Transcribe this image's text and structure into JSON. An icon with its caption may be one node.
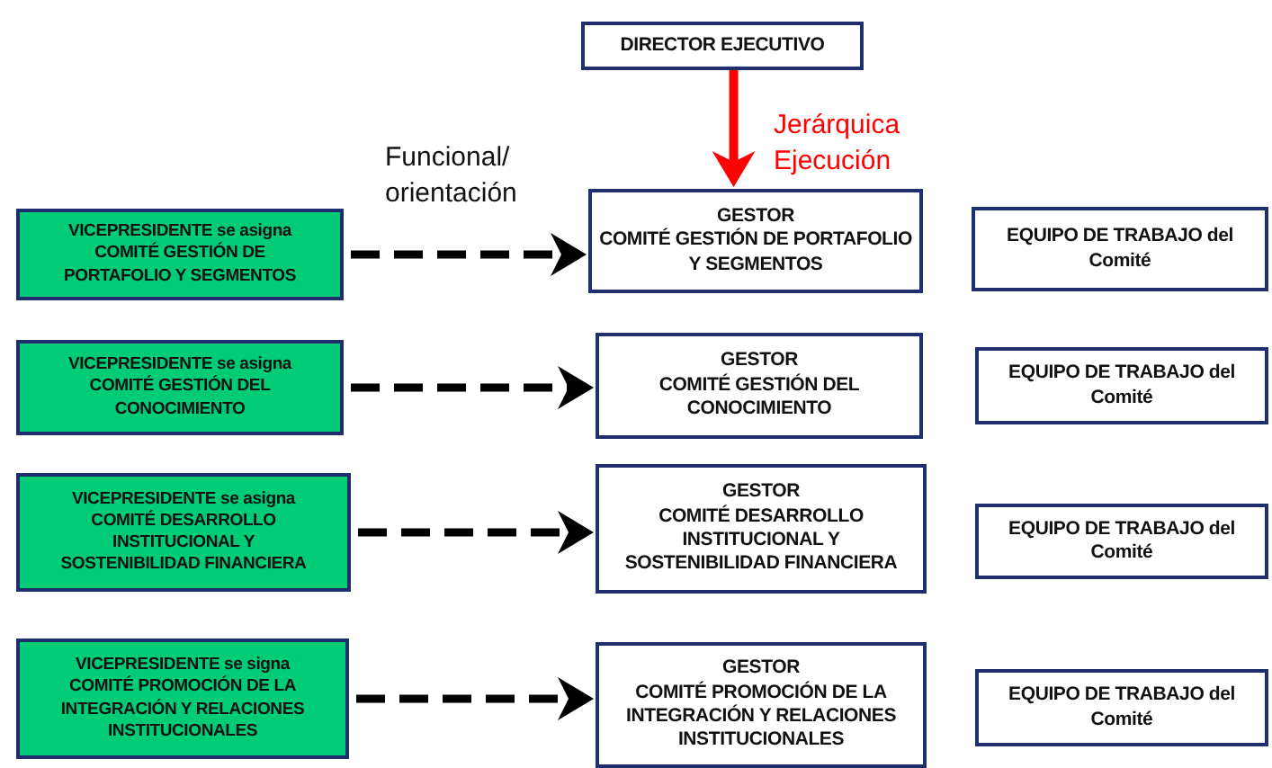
{
  "diagram": {
    "nodes": [
      {
        "text": [
          "DIRECTOR EJECUTIVO"
        ]
      },
      {
        "text": [
          "VICEPRESIDENTE se asigna COMITÉ GESTIÓN DE PORTAFOLIO Y SEGMENTOS"
        ]
      },
      {
        "text": [
          "GESTOR",
          "COMITÉ GESTIÓN DE PORTAFOLIO Y SEGMENTOS"
        ]
      },
      {
        "text": [
          "EQUIPO DE TRABAJO del Comité"
        ]
      },
      {
        "text": [
          "VICEPRESIDENTE se asigna COMITÉ GESTIÓN DEL CONOCIMIENTO"
        ]
      },
      {
        "text": [
          "GESTOR",
          "COMITÉ GESTIÓN DEL CONOCIMIENTO"
        ]
      },
      {
        "text": [
          "EQUIPO DE TRABAJO del Comité"
        ]
      },
      {
        "text": [
          "VICEPRESIDENTE se asigna COMITÉ DESARROLLO INSTITUCIONAL Y SOSTENIBILIDAD FINANCIERA"
        ]
      },
      {
        "text": [
          "GESTOR",
          "COMITÉ DESARROLLO INSTITUCIONAL Y SOSTENIBILIDAD FINANCIERA"
        ]
      },
      {
        "text": [
          "EQUIPO DE TRABAJO del Comité"
        ]
      },
      {
        "text": [
          "VICEPRESIDENTE se signa COMITÉ PROMOCIÓN DE LA INTEGRACIÓN Y RELACIONES INSTITUCIONALES"
        ]
      },
      {
        "text": [
          "GESTOR",
          "COMITÉ PROMOCIÓN DE LA INTEGRACIÓN Y RELACIONES INSTITUCIONALES"
        ]
      },
      {
        "text": [
          "EQUIPO DE TRABAJO del Comité"
        ]
      }
    ],
    "edges": [
      {
        "from": 0,
        "to": 2,
        "arrow": "to",
        "label": "Jerárquica Ejecución",
        "color": "#ff0000"
      },
      {
        "from": 1,
        "to": 2,
        "arrow": "to",
        "label": "Funcional/ orientación",
        "style": "dashed"
      },
      {
        "from": 4,
        "to": 5,
        "arrow": "to",
        "style": "dashed"
      },
      {
        "from": 7,
        "to": 8,
        "arrow": "to",
        "style": "dashed"
      },
      {
        "from": 10,
        "to": 11,
        "arrow": "to",
        "style": "dashed"
      }
    ]
  }
}
